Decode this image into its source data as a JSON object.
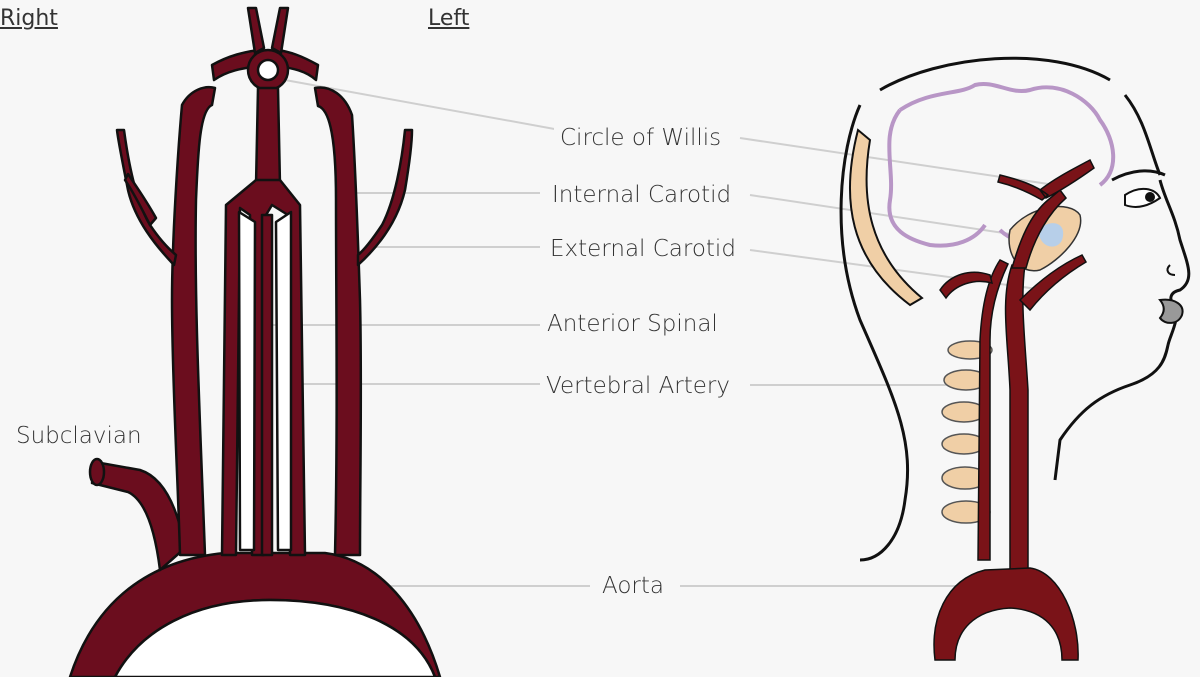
{
  "orientation": {
    "right": "Right",
    "left": "Left"
  },
  "labels": {
    "circle_of_willis": "Circle of Willis",
    "internal_carotid": "Internal Carotid",
    "external_carotid": "External Carotid",
    "anterior_spinal": "Anterior Spinal",
    "vertebral_artery": "Vertebral Artery",
    "subclavian": "Subclavian",
    "aorta": "Aorta"
  },
  "colors": {
    "artery": "#6b0d1e",
    "artery_lateral": "#7a1318",
    "outline": "#111111",
    "brain": "#b896c6",
    "bone": "#f0cfa6",
    "ear_canal": "#b7cfe9",
    "leader_line": "#cfcfcf",
    "background": "#f7f7f7"
  }
}
